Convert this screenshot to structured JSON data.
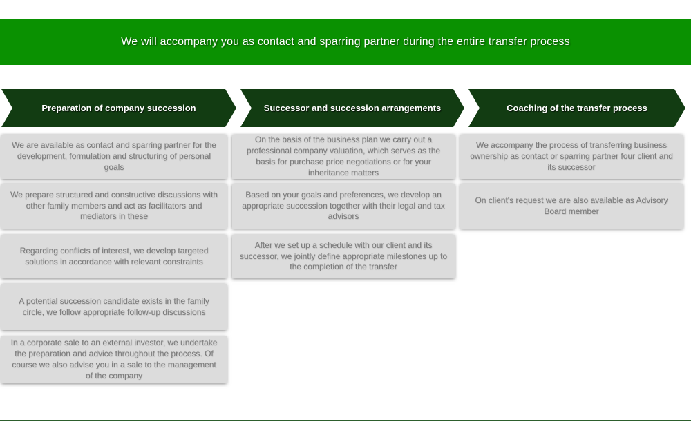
{
  "banner": {
    "title": "We will accompany you as contact and sparring partner during the entire transfer process"
  },
  "columns": [
    {
      "header": "Preparation of company succession",
      "items": [
        "We are available as contact and sparring partner for the development, formulation and structuring of personal goals",
        "We prepare structured and constructive discussions with other family members and act as facilitators and mediators in these",
        "Regarding conflicts of interest, we develop targeted solutions in accordance with relevant constraints",
        "A potential succession candidate exists in the family circle, we follow appropriate follow-up discussions",
        "In a corporate sale to an external investor, we undertake the preparation and advice throughout the process. Of course we also advise you in a sale to the management of the company"
      ]
    },
    {
      "header": "Successor and succession arrangements",
      "items": [
        "On the basis of the business plan we carry out a professional company valuation, which serves as the basis for purchase price negotiations or for your inheritance matters",
        "Based on your goals and preferences, we develop an appropriate succession together with their legal and tax advisors",
        "After we set up a schedule with our client and its successor, we jointly define appropriate milestones up to the completion of the transfer"
      ]
    },
    {
      "header": "Coaching of the transfer process",
      "items": [
        "We accompany the process of transferring business ownership as contact or sparring partner four client and its successor",
        "On client's request we are also available as Advisory Board member"
      ]
    }
  ],
  "colors": {
    "banner_green": "#0a9101",
    "header_dark_green": "#123c12",
    "box_background": "#dcdcdc",
    "box_text": "#7b7b7b",
    "bottom_line_green": "#2d5f2d"
  }
}
